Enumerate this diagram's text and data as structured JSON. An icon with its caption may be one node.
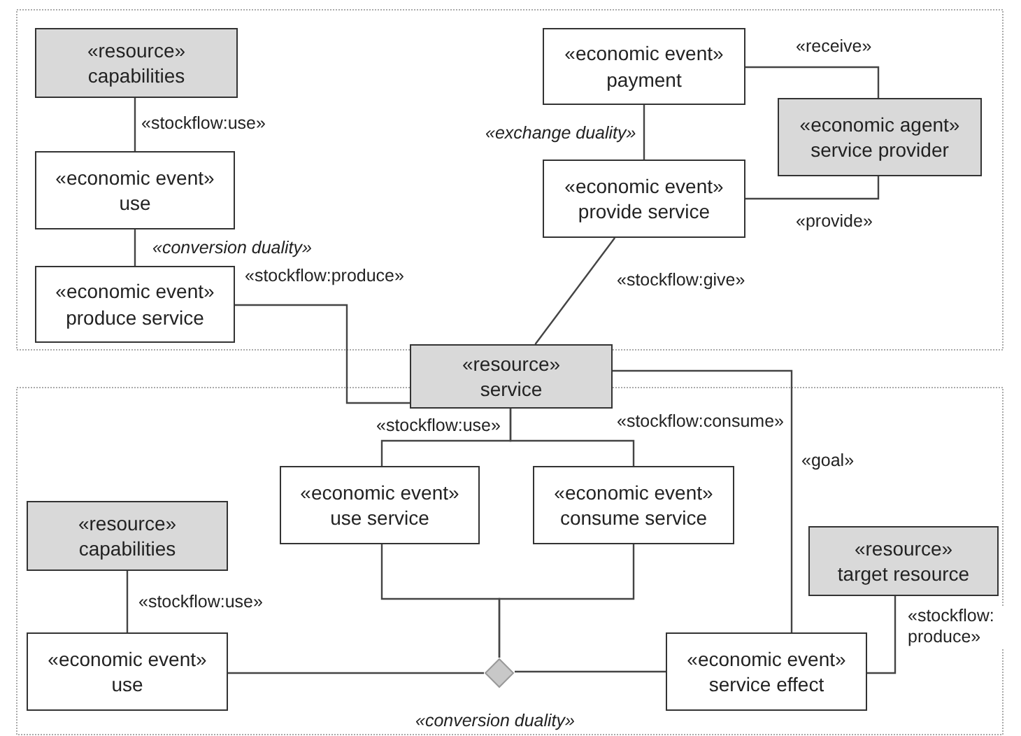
{
  "diagram": {
    "nodes": [
      {
        "text": [
          "«resource»",
          "capabilities"
        ]
      },
      {
        "text": [
          "«economic event»",
          "use"
        ]
      },
      {
        "text": [
          "«economic event»",
          "produce service"
        ]
      },
      {
        "text": [
          "«economic event»",
          "payment"
        ]
      },
      {
        "text": [
          "«economic agent»",
          "service provider"
        ]
      },
      {
        "text": [
          "«economic event»",
          "provide service"
        ]
      },
      {
        "text": [
          "«resource»",
          "service"
        ]
      },
      {
        "text": [
          "«economic event»",
          "use service"
        ]
      },
      {
        "text": [
          "«economic event»",
          "consume service"
        ]
      },
      {
        "text": [
          "«resource»",
          "capabilities"
        ]
      },
      {
        "text": [
          "«resource»",
          "target resource"
        ]
      },
      {
        "text": [
          "«economic event»",
          "use"
        ]
      },
      {
        "text": [
          "«economic event»",
          "service effect"
        ]
      },
      {
        "text": [],
        "shape": "diamond",
        "beside": [
          "«conversion duality»"
        ]
      }
    ],
    "edges": [
      {
        "from": 0,
        "to": 1,
        "arrow": "none",
        "label": "«stockflow:use»"
      },
      {
        "from": 1,
        "to": 2,
        "arrow": "none",
        "label": "«conversion duality»"
      },
      {
        "from": 2,
        "to": 6,
        "arrow": "none",
        "label": "«stockflow:produce»"
      },
      {
        "from": 3,
        "to": 5,
        "arrow": "none",
        "label": "«exchange duality»"
      },
      {
        "from": 3,
        "to": 4,
        "arrow": "none",
        "label": "«receive»"
      },
      {
        "from": 5,
        "to": 4,
        "arrow": "none",
        "label": "«provide»"
      },
      {
        "from": 5,
        "to": 6,
        "arrow": "none",
        "label": "«stockflow:give»"
      },
      {
        "from": 6,
        "to": 7,
        "arrow": "none",
        "label": "«stockflow:use»"
      },
      {
        "from": 6,
        "to": 8,
        "arrow": "none",
        "label": "«stockflow:consume»"
      },
      {
        "from": 6,
        "to": 12,
        "arrow": "none",
        "label": "«goal»"
      },
      {
        "from": 7,
        "to": 13,
        "arrow": "none"
      },
      {
        "from": 8,
        "to": 13,
        "arrow": "none"
      },
      {
        "from": 9,
        "to": 11,
        "arrow": "none",
        "label": "«stockflow:use»"
      },
      {
        "from": 11,
        "to": 13,
        "arrow": "none"
      },
      {
        "from": 13,
        "to": 12,
        "arrow": "none"
      },
      {
        "from": 12,
        "to": 10,
        "arrow": "none",
        "label": "«stockflow: produce»"
      }
    ]
  }
}
